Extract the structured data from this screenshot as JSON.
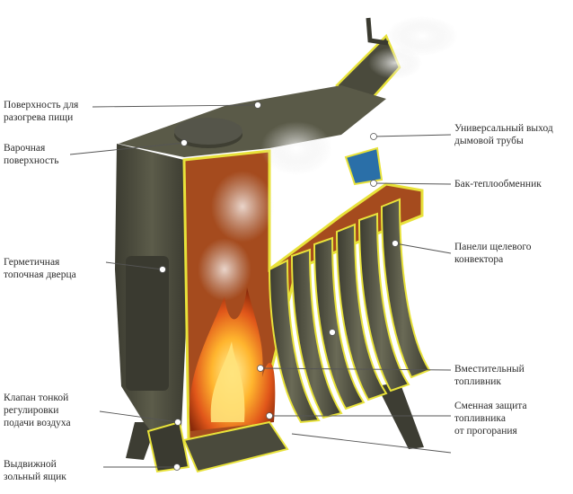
{
  "labels": {
    "cooking_warmup_surface": [
      "Поверхность для",
      "разогрева пищи"
    ],
    "cooking_surface": [
      "Варочная",
      "поверхность"
    ],
    "sealed_door": [
      "Герметичная",
      "топочная дверца"
    ],
    "air_valve": [
      "Клапан тонкой",
      "регулировки",
      "подачи воздуха"
    ],
    "ash_drawer": [
      "Выдвижной",
      "зольный ящик"
    ],
    "universal_flue": [
      "Универсальный выход",
      "дымовой трубы"
    ],
    "heat_exchanger_tank": [
      "Бак-теплообменник"
    ],
    "convector_panels": [
      "Панели щелевого",
      "конвектора"
    ],
    "firebox": [
      "Вместительный",
      "топливник"
    ],
    "firebox_protection": [
      "Сменная защита",
      "топливника",
      "от прогорания"
    ]
  },
  "colors": {
    "stove_body": "#4f4f40",
    "stove_dark": "#34342a",
    "highlight_outline": "#e8e23a",
    "inner_wall": "#c96a2a",
    "flame_core": "#ffd24a",
    "flame_outer": "#e0561a",
    "smoke": "#d9d9d9",
    "leader_line": "#555555"
  }
}
